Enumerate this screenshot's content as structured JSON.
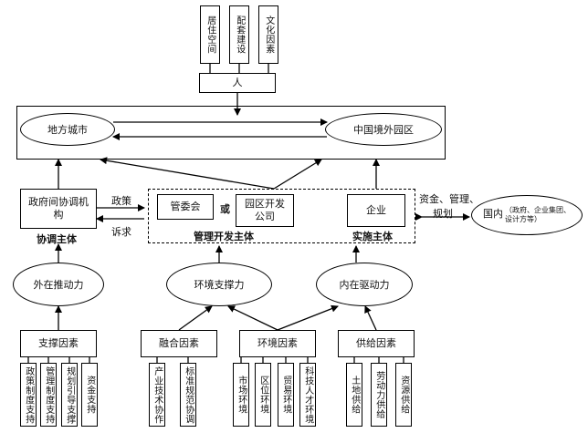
{
  "top_factors": [
    "居住空间",
    "配套建设",
    "文化因素"
  ],
  "person": "人",
  "local_city": "地方城市",
  "overseas_park": "中国境外园区",
  "gov_coord": "政府间协调机构",
  "coord_subject": "协调主体",
  "policy": "政策",
  "appeal": "诉求",
  "admin_committee": "管委会",
  "or": "或",
  "park_dev_company": "园区开发公司",
  "mgmt_dev_subject": "管理开发主体",
  "enterprise": "企业",
  "impl_subject": "实施主体",
  "capital_mgmt": "资金、管理、",
  "planning": "规划",
  "domestic": "国内",
  "domestic_note": "（政府、企业集团、设计方等）",
  "forces": {
    "external": "外在推动力",
    "environment": "环境支撑力",
    "internal": "内在驱动力"
  },
  "factor_groups": [
    {
      "title": "支撑因素",
      "items": [
        "政策制度支持",
        "管理制度支持",
        "规划引导支撑",
        "资金支持"
      ]
    },
    {
      "title": "融合因素",
      "items": [
        "产业技术协作",
        "标准规范协调"
      ]
    },
    {
      "title": "环境因素",
      "items": [
        "市场环境",
        "区位环境",
        "贸易环境",
        "科技人才环境"
      ]
    },
    {
      "title": "供给因素",
      "items": [
        "土地供给",
        "劳动力供给",
        "资源供给"
      ]
    }
  ]
}
